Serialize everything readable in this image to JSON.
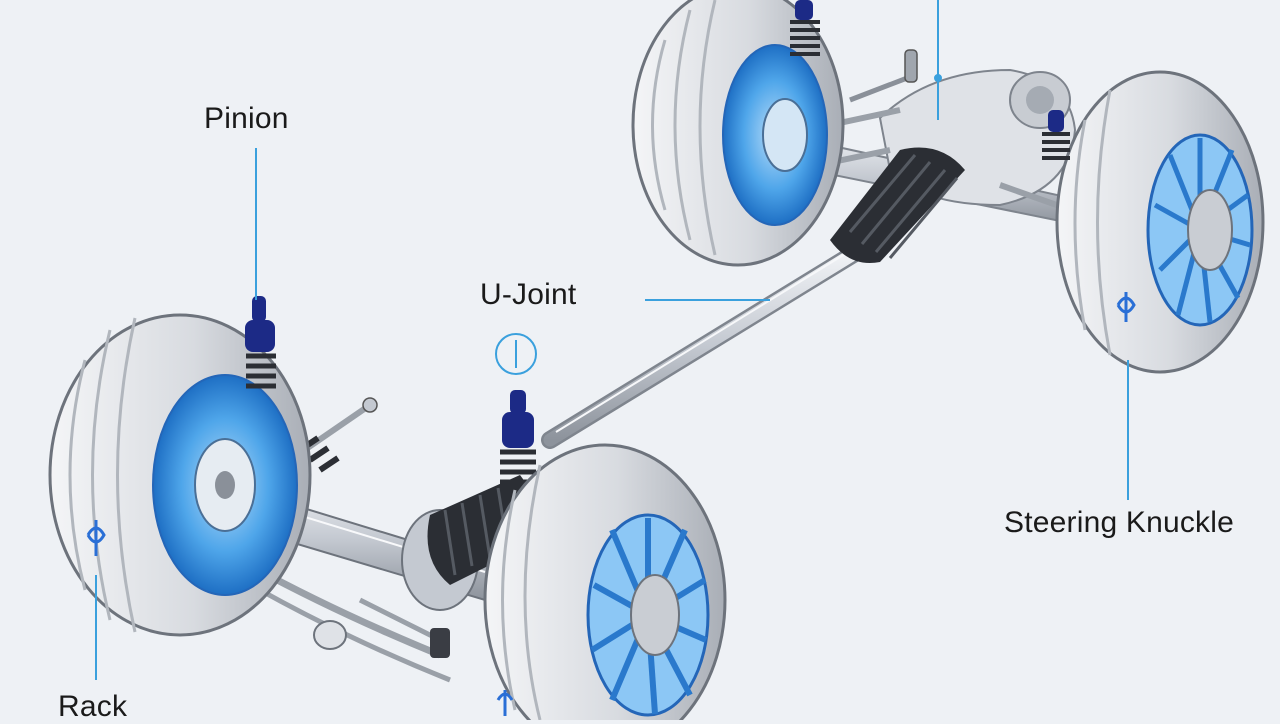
{
  "labels": {
    "pinion": "Pinion",
    "u_joint": "U-Joint",
    "steering_knuckle": "Steering Knuckle",
    "rack": "Rack"
  },
  "colors": {
    "background": "#eef1f5",
    "tire": "#d7dadf",
    "tire_dark": "#9aa0a8",
    "hub_blue": "#3f9be6",
    "hub_light": "#8cc7f5",
    "dark_blue": "#1c2a86",
    "metal": "#c9ced6",
    "boot": "#2a2d33",
    "leader_line": "#3aa0dd"
  }
}
